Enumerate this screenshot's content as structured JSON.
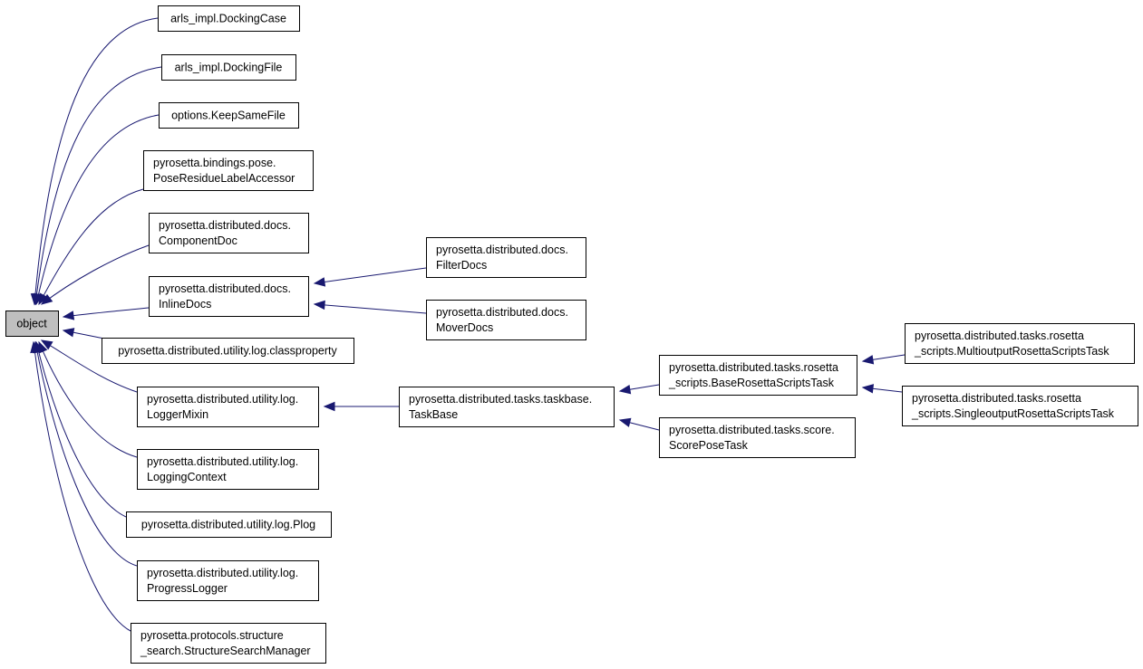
{
  "diagram": {
    "root": "object",
    "nodes": [
      {
        "id": "object",
        "lines": [
          "object"
        ]
      },
      {
        "id": "docking_case",
        "lines": [
          "arls_impl.DockingCase"
        ]
      },
      {
        "id": "docking_file",
        "lines": [
          "arls_impl.DockingFile"
        ]
      },
      {
        "id": "keep_same_file",
        "lines": [
          "options.KeepSameFile"
        ]
      },
      {
        "id": "pose_residue_label_accessor",
        "lines": [
          "pyrosetta.bindings.pose.",
          "PoseResidueLabelAccessor"
        ]
      },
      {
        "id": "component_doc",
        "lines": [
          "pyrosetta.distributed.docs.",
          "ComponentDoc"
        ]
      },
      {
        "id": "inline_docs",
        "lines": [
          "pyrosetta.distributed.docs.",
          "InlineDocs"
        ]
      },
      {
        "id": "filter_docs",
        "lines": [
          "pyrosetta.distributed.docs.",
          "FilterDocs"
        ]
      },
      {
        "id": "mover_docs",
        "lines": [
          "pyrosetta.distributed.docs.",
          "MoverDocs"
        ]
      },
      {
        "id": "classproperty",
        "lines": [
          "pyrosetta.distributed.utility.log.classproperty"
        ]
      },
      {
        "id": "logger_mixin",
        "lines": [
          "pyrosetta.distributed.utility.log.",
          "LoggerMixin"
        ]
      },
      {
        "id": "task_base",
        "lines": [
          "pyrosetta.distributed.tasks.taskbase.",
          "TaskBase"
        ]
      },
      {
        "id": "base_rosetta_scripts_task",
        "lines": [
          "pyrosetta.distributed.tasks.rosetta",
          "_scripts.BaseRosettaScriptsTask"
        ]
      },
      {
        "id": "multioutput_rosetta_scripts_task",
        "lines": [
          "pyrosetta.distributed.tasks.rosetta",
          "_scripts.MultioutputRosettaScriptsTask"
        ]
      },
      {
        "id": "singleoutput_rosetta_scripts_task",
        "lines": [
          "pyrosetta.distributed.tasks.rosetta",
          "_scripts.SingleoutputRosettaScriptsTask"
        ]
      },
      {
        "id": "score_pose_task",
        "lines": [
          "pyrosetta.distributed.tasks.score.",
          "ScorePoseTask"
        ]
      },
      {
        "id": "logging_context",
        "lines": [
          "pyrosetta.distributed.utility.log.",
          "LoggingContext"
        ]
      },
      {
        "id": "plog",
        "lines": [
          "pyrosetta.distributed.utility.log.Plog"
        ]
      },
      {
        "id": "progress_logger",
        "lines": [
          "pyrosetta.distributed.utility.log.",
          "ProgressLogger"
        ]
      },
      {
        "id": "structure_search_manager",
        "lines": [
          "pyrosetta.protocols.structure",
          "_search.StructureSearchManager"
        ]
      }
    ],
    "edges": [
      {
        "from": "docking_case",
        "to": "object"
      },
      {
        "from": "docking_file",
        "to": "object"
      },
      {
        "from": "keep_same_file",
        "to": "object"
      },
      {
        "from": "pose_residue_label_accessor",
        "to": "object"
      },
      {
        "from": "component_doc",
        "to": "object"
      },
      {
        "from": "inline_docs",
        "to": "object"
      },
      {
        "from": "classproperty",
        "to": "object"
      },
      {
        "from": "logger_mixin",
        "to": "object"
      },
      {
        "from": "logging_context",
        "to": "object"
      },
      {
        "from": "plog",
        "to": "object"
      },
      {
        "from": "progress_logger",
        "to": "object"
      },
      {
        "from": "structure_search_manager",
        "to": "object"
      },
      {
        "from": "filter_docs",
        "to": "inline_docs"
      },
      {
        "from": "mover_docs",
        "to": "inline_docs"
      },
      {
        "from": "task_base",
        "to": "logger_mixin"
      },
      {
        "from": "base_rosetta_scripts_task",
        "to": "task_base"
      },
      {
        "from": "score_pose_task",
        "to": "task_base"
      },
      {
        "from": "multioutput_rosetta_scripts_task",
        "to": "base_rosetta_scripts_task"
      },
      {
        "from": "singleoutput_rosetta_scripts_task",
        "to": "base_rosetta_scripts_task"
      }
    ],
    "colors": {
      "edge": "#191970",
      "root_fill": "#bfbfbf",
      "node_fill": "#ffffff",
      "node_border": "#000000"
    }
  }
}
